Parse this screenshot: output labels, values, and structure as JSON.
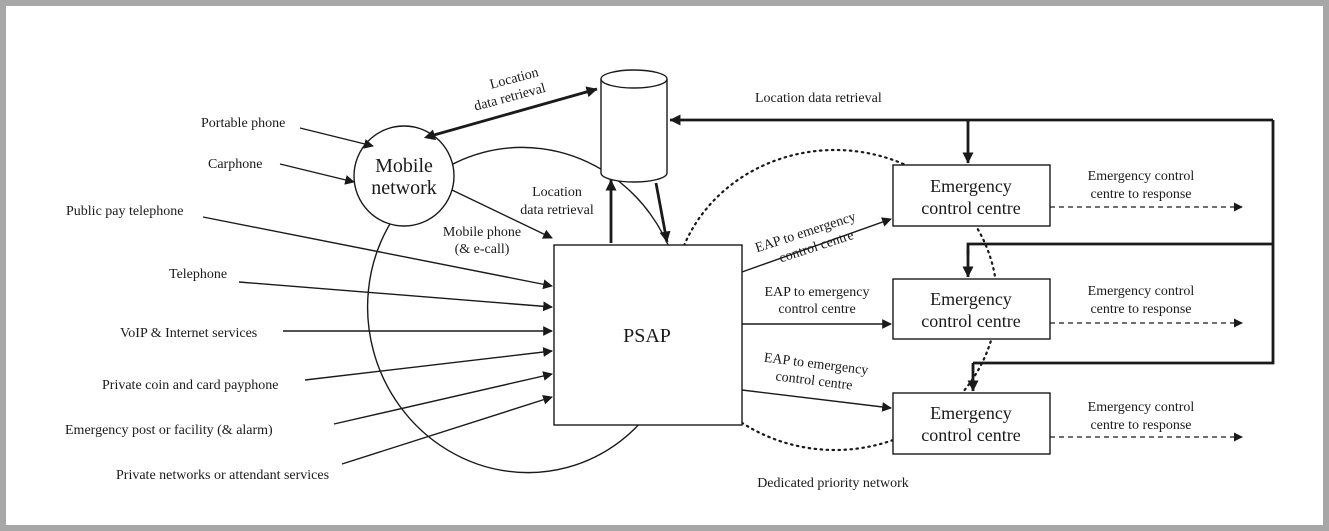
{
  "sources": {
    "portable_phone": "Portable phone",
    "carphone": "Carphone",
    "public_pay_telephone": "Public pay telephone",
    "telephone": "Telephone",
    "voip": "VoIP & Internet services",
    "private_coin": "Private coin and card payphone",
    "emergency_post": "Emergency post or facility (& alarm)",
    "private_networks": "Private networks or attendant services"
  },
  "mobile_network": {
    "line1": "Mobile",
    "line2": "network"
  },
  "mobile_phone": {
    "line1": "Mobile phone",
    "line2": "(& e-call)"
  },
  "location_top": {
    "line1": "Location",
    "line2": "data retrieval"
  },
  "location_mid": {
    "line1": "Location",
    "line2": "data retrieval"
  },
  "location_right": "Location data retrieval",
  "psap": "PSAP",
  "eap": {
    "line1": "EAP to emergency",
    "line2": "control centre"
  },
  "ecc": {
    "line1": "Emergency",
    "line2": "control centre"
  },
  "response": {
    "line1": "Emergency control",
    "line2": "centre to response"
  },
  "dedicated_network": "Dedicated priority network"
}
